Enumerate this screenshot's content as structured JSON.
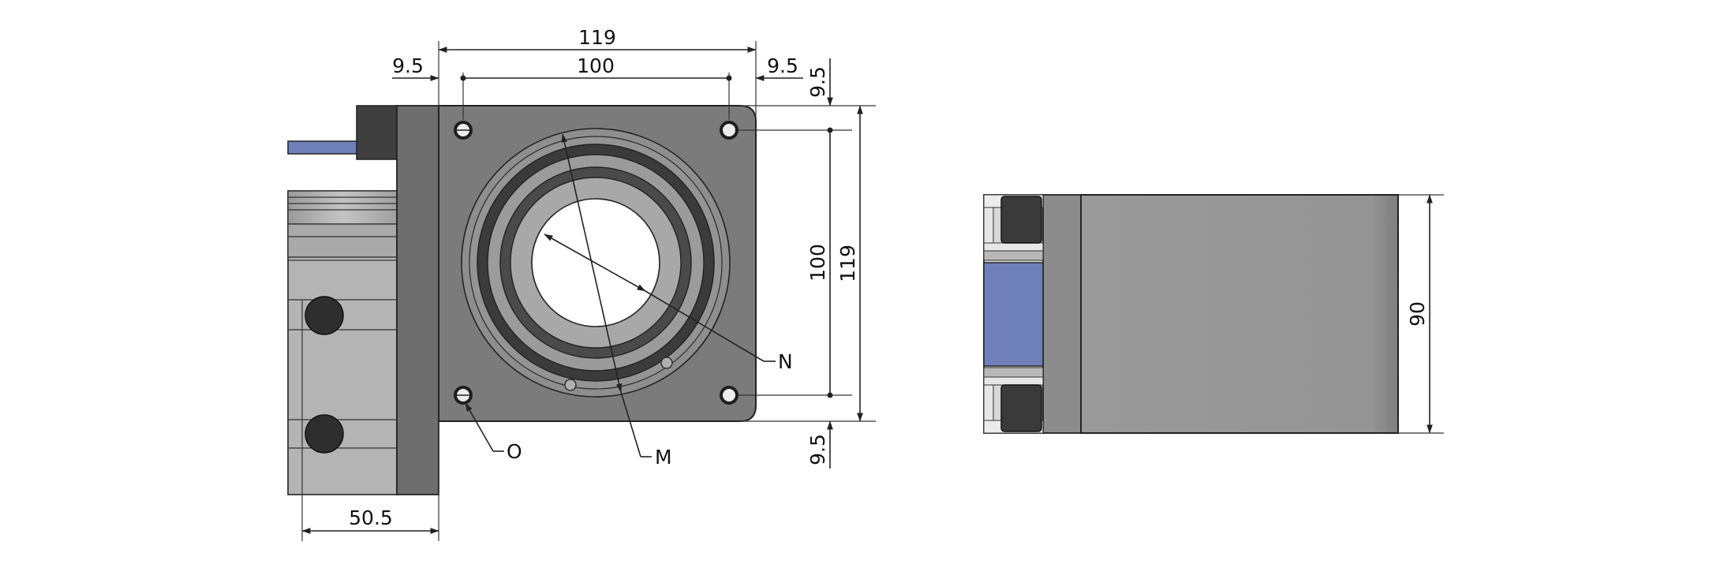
{
  "colors": {
    "plate": "#7a7a7a",
    "plate_edge": "#5a5a5a",
    "body_dark": "#4a4a4a",
    "side_light": "#b0b0b0",
    "ring_light": "#9c9c9c",
    "ring_dark": "#3d3d3d",
    "bore": "#ffffff",
    "cable": "#6f80b8",
    "knob": "#2e2e2e",
    "side_body": "#979797"
  },
  "front_view": {
    "dims": {
      "overall_width": "119",
      "hole_spacing_width": "100",
      "left_margin": "9.5",
      "right_margin": "9.5",
      "top_margin": "9.5",
      "bottom_margin": "9.5",
      "hole_spacing_height": "100",
      "overall_height": "119",
      "depth_left": "50.5"
    },
    "callouts": {
      "n": "N",
      "m": "M",
      "o": "O"
    }
  },
  "side_view": {
    "dims": {
      "height": "90"
    }
  }
}
